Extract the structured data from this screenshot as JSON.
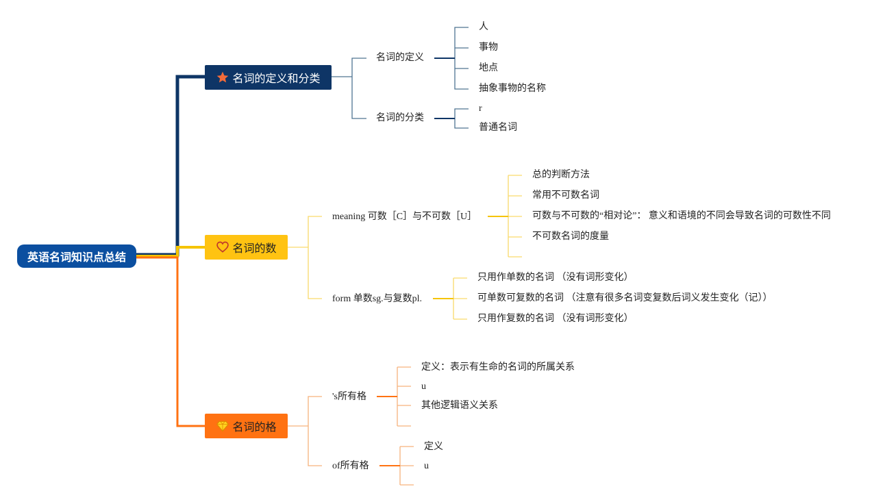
{
  "root": {
    "label": "英语名词知识点总结"
  },
  "branches": [
    {
      "label": "名词的定义和分类",
      "icon": "star-icon",
      "color": "#0e3566",
      "line_color": "#0e3566",
      "children": [
        {
          "label": "名词的定义",
          "children": [
            "人",
            "事物",
            "地点",
            "抽象事物的名称"
          ]
        },
        {
          "label": "名词的分类",
          "children": [
            "r",
            "普通名词"
          ]
        }
      ]
    },
    {
      "label": "名词的数",
      "icon": "heart-icon",
      "color": "#ffc312",
      "line_color": "#f5c400",
      "children": [
        {
          "label": "meaning 可数［C］与不可数［U］",
          "children": [
            "总的判断方法",
            "常用不可数名词",
            "可数与不可数的“相对论”： 意义和语境的不同会导致名词的可数性不同",
            "不可数名词的度量",
            ""
          ]
        },
        {
          "label": "form 单数sg.与复数pl.",
          "children": [
            "只用作单数的名词 （没有词形变化）",
            "可单数可复数的名词 （注意有很多名词变复数后词义发生变化（记））",
            "只用作复数的名词 （没有词形变化）"
          ]
        }
      ]
    },
    {
      "label": "名词的格",
      "icon": "diamond-icon",
      "color": "#ff7212",
      "line_color": "#ff7212",
      "children": [
        {
          "label": "'s所有格",
          "children": [
            "定义：表示有生命的名词的所属关系",
            "u",
            "其他逻辑语义关系",
            ""
          ]
        },
        {
          "label": "of所有格",
          "children": [
            "定义",
            "u",
            ""
          ]
        }
      ]
    }
  ]
}
